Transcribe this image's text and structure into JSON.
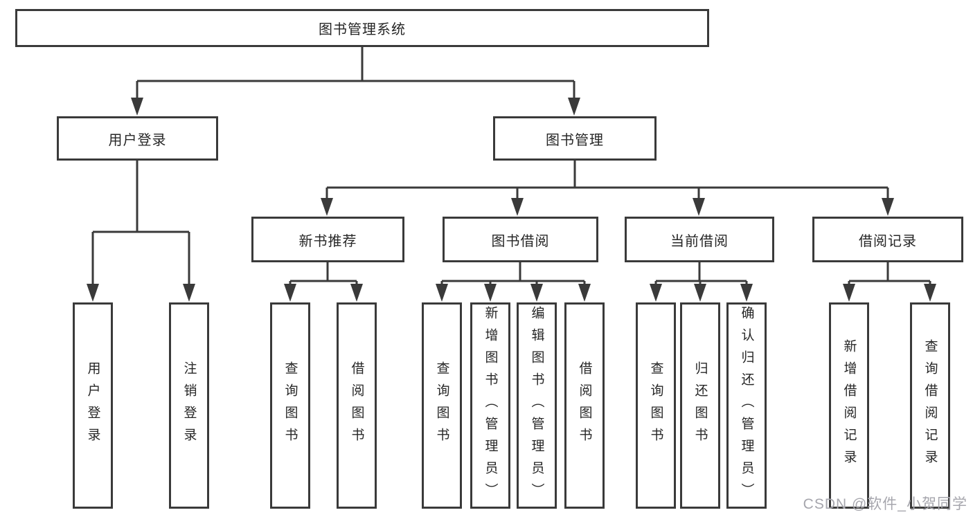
{
  "title": "图书管理系统",
  "nodes": {
    "root": "图书管理系统",
    "user_login": "用户登录",
    "book_mgmt": "图书管理",
    "new_books": "新书推荐",
    "borrowing": "图书借阅",
    "current_borrow": "当前借阅",
    "borrow_records": "借阅记录",
    "leaves_user": [
      "用户登录",
      "注销登录"
    ],
    "leaves_new": [
      "查询图书",
      "借阅图书"
    ],
    "leaves_borrow": [
      "查询图书",
      "新增图书（管理员）",
      "编辑图书（管理员）",
      "借阅图书"
    ],
    "leaves_current": [
      "查询图书",
      "归还图书",
      "确认归还（管理员）"
    ],
    "leaves_records": [
      "新增借阅记录",
      "查询借阅记录"
    ]
  },
  "watermark": "CSDN @软件_小贺同学",
  "colors": {
    "line": "#3a3a3a",
    "text": "#262626",
    "background": "#ffffff",
    "watermark": "#a6a6ad"
  }
}
